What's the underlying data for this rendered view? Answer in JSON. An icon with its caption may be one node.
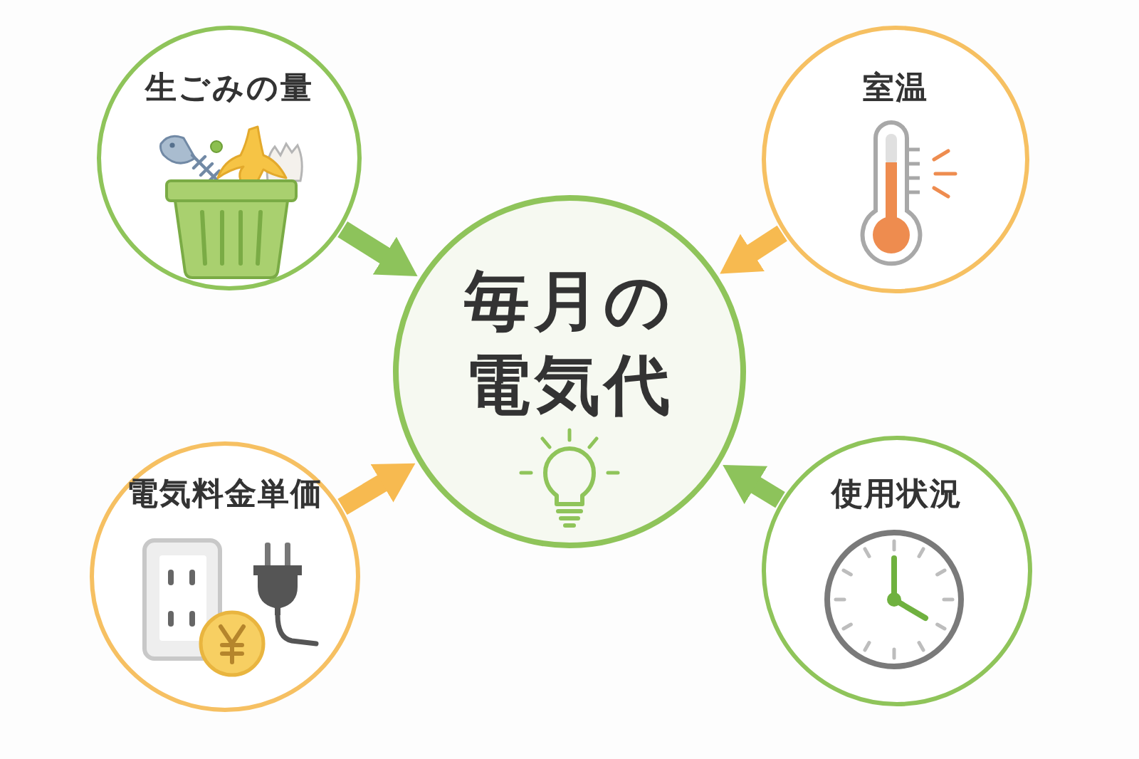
{
  "diagram": {
    "nodes": [
      {
        "text": [
          "生ごみの量"
        ]
      },
      {
        "text": [
          "室温"
        ]
      },
      {
        "text": [
          "毎月の電気代"
        ]
      },
      {
        "text": [
          "電気料金単価"
        ]
      },
      {
        "text": [
          "使用状況"
        ]
      }
    ],
    "edges": [
      {
        "from": 0,
        "to": 2,
        "arrow": "to",
        "color": "#8dc35b"
      },
      {
        "from": 1,
        "to": 2,
        "arrow": "to",
        "color": "#f7ba50"
      },
      {
        "from": 3,
        "to": 2,
        "arrow": "to",
        "color": "#f7ba50"
      },
      {
        "from": 4,
        "to": 2,
        "arrow": "to",
        "color": "#8dc35b"
      }
    ]
  }
}
